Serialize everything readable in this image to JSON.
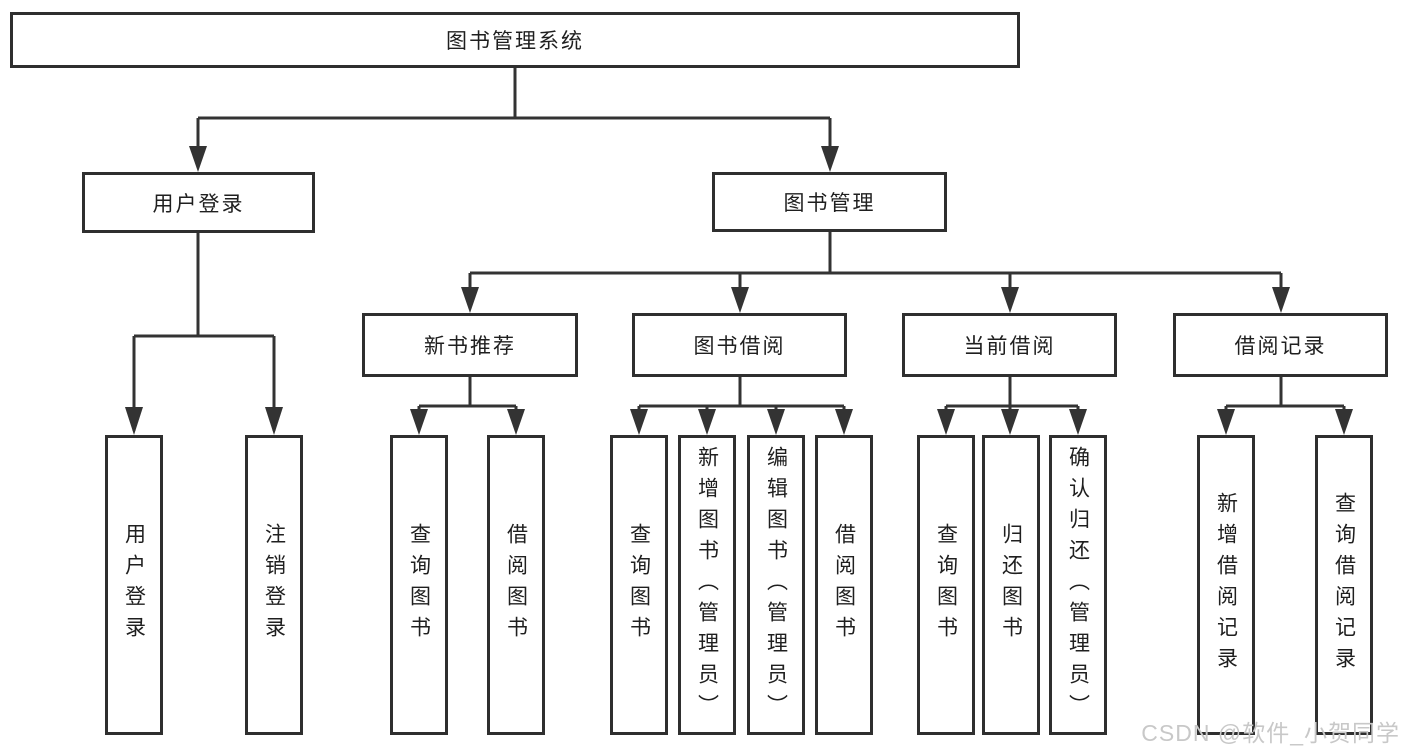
{
  "colors": {
    "line": "#333333",
    "border": "#2f2f2f",
    "text": "#1f1f1f",
    "watermark": "#c8c8c8"
  },
  "watermark": {
    "text": "CSDN @软件_小贺同学"
  },
  "diagram": {
    "root": {
      "label": "图书管理系统"
    },
    "branches": [
      {
        "label": "用户登录",
        "children": [
          {
            "label": "用户登录"
          },
          {
            "label": "注销登录"
          }
        ]
      },
      {
        "label": "图书管理",
        "children": [
          {
            "label": "新书推荐",
            "children": [
              {
                "label": "查询图书"
              },
              {
                "label": "借阅图书"
              }
            ]
          },
          {
            "label": "图书借阅",
            "children": [
              {
                "label": "查询图书"
              },
              {
                "label": "新增图书（管理员）"
              },
              {
                "label": "编辑图书（管理员）"
              },
              {
                "label": "借阅图书"
              }
            ]
          },
          {
            "label": "当前借阅",
            "children": [
              {
                "label": "查询图书"
              },
              {
                "label": "归还图书"
              },
              {
                "label": "确认归还（管理员）"
              }
            ]
          },
          {
            "label": "借阅记录",
            "children": [
              {
                "label": "新增借阅记录"
              },
              {
                "label": "查询借阅记录"
              }
            ]
          }
        ]
      }
    ]
  }
}
